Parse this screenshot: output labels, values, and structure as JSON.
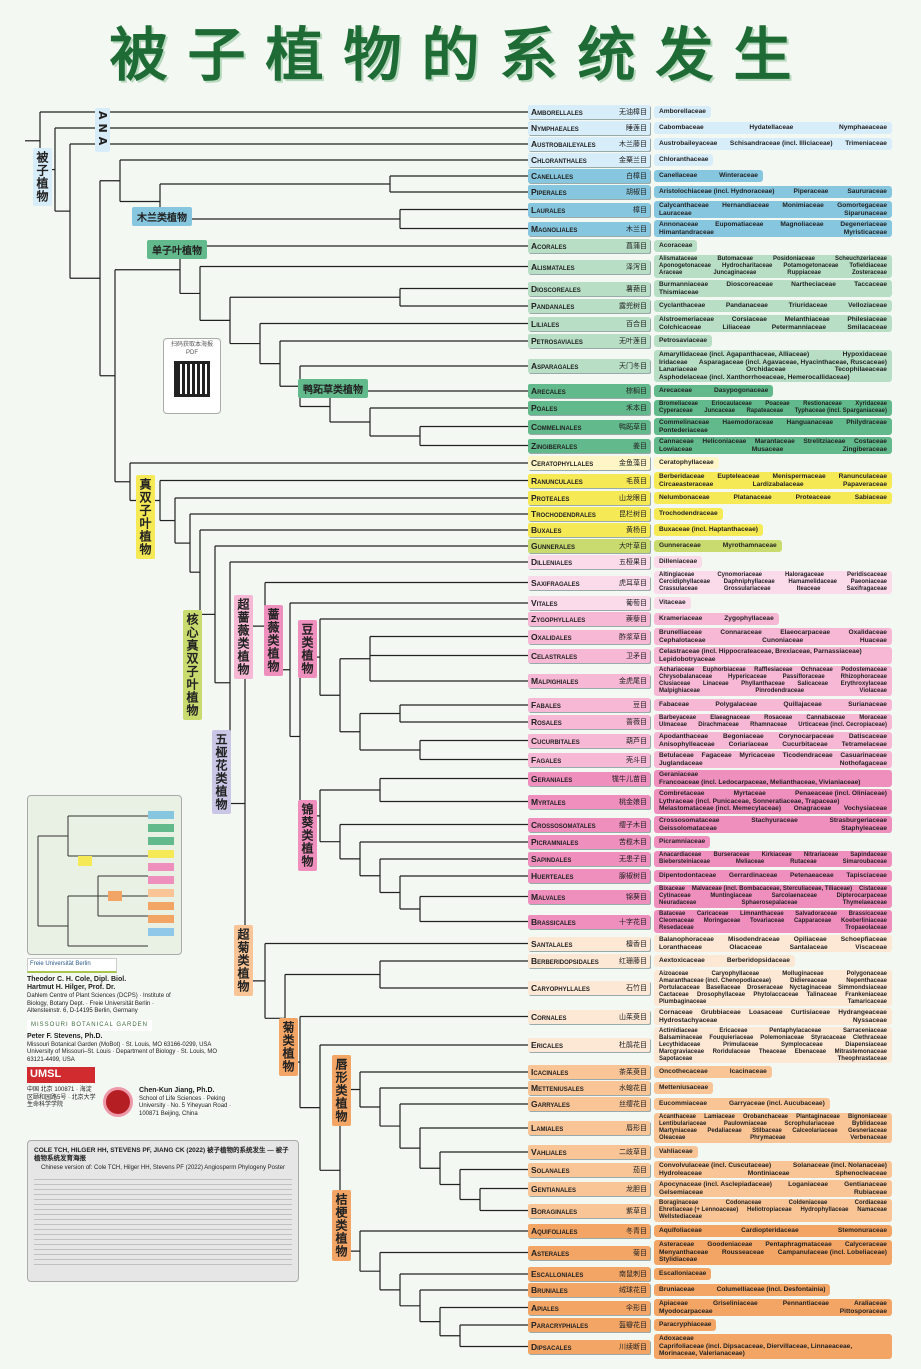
{
  "title": "被子植物的系统发生",
  "clades": {
    "ana": "ANA",
    "angio": "被子植物",
    "magnoliids": "木兰类植物",
    "monocots": "单子叶植物",
    "commelinids": "鸭跖草类植物",
    "eudicots": "真双子叶植物",
    "core_eudicots": "核心真双子叶植物",
    "pentapetalae": "五桠花类植物",
    "superrosids": "超蔷薇类植物",
    "rosids": "蔷薇类植物",
    "fabids": "豆类植物",
    "malvids": "锦葵类植物",
    "superasterids": "超菊类植物",
    "asterids": "菊类植物",
    "lamiids": "唇形类植物",
    "campanulids": "桔梗类植物"
  },
  "colors": {
    "ana": "#d7edf9",
    "magnoliid": "#86c6de",
    "monocot": "#b8dfc6",
    "commelinid": "#62ba8c",
    "cerato": "#fff5c6",
    "early_eudicot": "#f6e956",
    "gunnera": "#c9db6e",
    "superrosid": "#fbdbea",
    "fabid": "#f6b8d4",
    "malvid": "#ef8fbe",
    "santal": "#fde8d6",
    "asterid": "#f9c597",
    "campanulid": "#f3a565",
    "title": "#1e6b35"
  },
  "orders": [
    {
      "name": "Amborellales",
      "cn": "无油樟目",
      "c": "ana",
      "families": [
        "Amborellaceae"
      ]
    },
    {
      "name": "Nymphaeales",
      "cn": "睡莲目",
      "c": "ana",
      "families": [
        "Cabombaceae",
        "Hydatellaceae",
        "Nymphaeaceae"
      ]
    },
    {
      "name": "Austrobaileyales",
      "cn": "木兰藤目",
      "c": "ana",
      "families": [
        "Austrobaileyaceae",
        "Schisandraceae (incl. Illiciaceae)",
        "Trimeniaceae"
      ]
    },
    {
      "name": "Chloranthales",
      "cn": "金粟兰目",
      "c": "ana",
      "families": [
        "Chloranthaceae"
      ]
    },
    {
      "name": "Canellales",
      "cn": "白樟目",
      "c": "magnoliid",
      "families": [
        "Canellaceae",
        "Winteraceae"
      ]
    },
    {
      "name": "Piperales",
      "cn": "胡椒目",
      "c": "magnoliid",
      "families": [
        "Aristolochiaceae (incl. Hydnoraceae)",
        "Piperaceae",
        "Saururaceae"
      ]
    },
    {
      "name": "Laurales",
      "cn": "樟目",
      "c": "magnoliid",
      "families": [
        "Calycanthaceae",
        "Hernandiaceae",
        "Monimiaceae",
        "Gomortegaceae",
        "Lauraceae",
        "Siparunaceae"
      ]
    },
    {
      "name": "Magnoliales",
      "cn": "木兰目",
      "c": "magnoliid",
      "families": [
        "Annonaceae",
        "Eupomatiaceae",
        "Magnoliaceae",
        "Degeneriaceae",
        "Himantandraceae",
        "Myristicaceae"
      ]
    },
    {
      "name": "Acorales",
      "cn": "菖蒲目",
      "c": "monocot",
      "families": [
        "Acoraceae"
      ]
    },
    {
      "name": "Alismatales",
      "cn": "泽泻目",
      "c": "monocot",
      "families": [
        "Alismataceae",
        "Butomaceae",
        "Posidoniaceae",
        "Scheuchzeriaceae",
        "Aponogetonaceae",
        "Hydrocharitaceae",
        "Potamogetonaceae",
        "Tofieldiaceae",
        "Araceae",
        "Juncaginaceae",
        "Ruppiaceae",
        "Zosteraceae"
      ]
    },
    {
      "name": "Dioscoreales",
      "cn": "薯蓣目",
      "c": "monocot",
      "families": [
        "Burmanniaceae",
        "Dioscoreaceae",
        "Nartheciaceae",
        "Taccaceae",
        "Thismiaceae"
      ]
    },
    {
      "name": "Pandanales",
      "cn": "露兜树目",
      "c": "monocot",
      "families": [
        "Cyclanthaceae",
        "Pandanaceae",
        "Triuridaceae",
        "Velloziaceae"
      ]
    },
    {
      "name": "Liliales",
      "cn": "百合目",
      "c": "monocot",
      "families": [
        "Alstroemeriaceae",
        "Corsiaceae",
        "Melanthiaceae",
        "Philesiaceae",
        "Colchicaceae",
        "Liliaceae",
        "Petermanniaceae",
        "Smilacaceae"
      ]
    },
    {
      "name": "Petrosaviales",
      "cn": "无叶莲目",
      "c": "monocot",
      "families": [
        "Petrosaviaceae"
      ]
    },
    {
      "name": "Asparagales",
      "cn": "天门冬目",
      "c": "monocot",
      "families": [
        "Amaryllidaceae (incl. Agapanthaceae, Alliaceae)",
        "Hypoxidaceae",
        "Iridaceae",
        "Asparagaceae (incl. Agavaceae, Hyacinthaceae, Ruscaceae)",
        "Lanariaceae",
        "Orchidaceae",
        "Tecophilaeaceae",
        "Asphodelaceae (incl. Xanthorrhoeaceae, Hemerocallidaceae)"
      ]
    },
    {
      "name": "Arecales",
      "cn": "棕榈目",
      "c": "commelinid",
      "families": [
        "Arecaceae",
        "Dasypogonaceae"
      ]
    },
    {
      "name": "Poales",
      "cn": "禾本目",
      "c": "commelinid",
      "families": [
        "Bromeliaceae",
        "Eriocaulaceae",
        "Poaceae",
        "Restionaceae",
        "Xyridaceae",
        "Cyperaceae",
        "Juncaceae",
        "Rapateaceae",
        "Typhaceae (incl. Sparganiaceae)"
      ]
    },
    {
      "name": "Commelinales",
      "cn": "鸭跖草目",
      "c": "commelinid",
      "families": [
        "Commelinaceae",
        "Haemodoraceae",
        "Hanguanaceae",
        "Philydraceae",
        "Pontederiaceae"
      ]
    },
    {
      "name": "Zingiberales",
      "cn": "姜目",
      "c": "commelinid",
      "families": [
        "Cannaceae",
        "Heliconiaceae",
        "Marantaceae",
        "Strelitziaceae",
        "Costaceae",
        "Lowiaceae",
        "Musaceae",
        "Zingiberaceae"
      ]
    },
    {
      "name": "Ceratophyllales",
      "cn": "金鱼藻目",
      "c": "cerato",
      "families": [
        "Ceratophyllaceae"
      ]
    },
    {
      "name": "Ranunculales",
      "cn": "毛茛目",
      "c": "early_eudicot",
      "families": [
        "Berberidaceae",
        "Eupteleaceae",
        "Menispermaceae",
        "Ranunculaceae",
        "Circaeasteraceae",
        "Lardizabalaceae",
        "Papaveraceae"
      ]
    },
    {
      "name": "Proteales",
      "cn": "山龙眼目",
      "c": "early_eudicot",
      "families": [
        "Nelumbonaceae",
        "Platanaceae",
        "Proteaceae",
        "Sabiaceae"
      ]
    },
    {
      "name": "Trochodendrales",
      "cn": "昆栏树目",
      "c": "early_eudicot",
      "families": [
        "Trochodendraceae"
      ]
    },
    {
      "name": "Buxales",
      "cn": "黄杨目",
      "c": "early_eudicot",
      "families": [
        "Buxaceae (incl. Haptanthaceae)"
      ]
    },
    {
      "name": "Gunnerales",
      "cn": "大叶草目",
      "c": "gunnera",
      "families": [
        "Gunneraceae",
        "Myrothamnaceae"
      ]
    },
    {
      "name": "Dilleniales",
      "cn": "五桠果目",
      "c": "superrosid",
      "families": [
        "Dilleniaceae"
      ]
    },
    {
      "name": "Saxifragales",
      "cn": "虎耳草目",
      "c": "superrosid",
      "families": [
        "Altingiaceae",
        "Cynomoriaceae",
        "Haloragaceae",
        "Peridiscaceae",
        "Cercidiphyllaceae",
        "Daphniphyllaceae",
        "Hamamelidaceae",
        "Paeoniaceae",
        "Crassulaceae",
        "Grossulariaceae",
        "Iteaceae",
        "Saxifragaceae"
      ]
    },
    {
      "name": "Vitales",
      "cn": "葡萄目",
      "c": "superrosid",
      "families": [
        "Vitaceae"
      ]
    },
    {
      "name": "Zygophyllales",
      "cn": "蒺藜目",
      "c": "fabid",
      "families": [
        "Krameriaceae",
        "Zygophyllaceae"
      ]
    },
    {
      "name": "Oxalidales",
      "cn": "酢浆草目",
      "c": "fabid",
      "families": [
        "Brunelliaceae",
        "Connaraceae",
        "Elaeocarpaceae",
        "Oxalidaceae",
        "Cephalotaceae",
        "Cunoniaceae",
        "Huaceae"
      ]
    },
    {
      "name": "Celastrales",
      "cn": "卫矛目",
      "c": "fabid",
      "families": [
        "Celastraceae (incl. Hippocrateaceae, Brexiaceae, Parnassiaceae)",
        "Lepidobotryaceae"
      ]
    },
    {
      "name": "Malpighiales",
      "cn": "金虎尾目",
      "c": "fabid",
      "families": [
        "Achariaceae",
        "Euphorbiaceae",
        "Rafflesiaceae",
        "Ochnaceae",
        "Podostemaceae",
        "Chrysobalanaceae",
        "Hypericaceae",
        "Passifloraceae",
        "Rhizophoraceae",
        "Clusiaceae",
        "Linaceae",
        "Phyllanthaceae",
        "Salicaceae",
        "Erythroxylaceae",
        "Malpighiaceae",
        "Pinrodendraceae",
        "Violaceae"
      ]
    },
    {
      "name": "Fabales",
      "cn": "豆目",
      "c": "fabid",
      "families": [
        "Fabaceae",
        "Polygalaceae",
        "Quillajaceae",
        "Surianaceae"
      ]
    },
    {
      "name": "Rosales",
      "cn": "蔷薇目",
      "c": "fabid",
      "families": [
        "Barbeyaceae",
        "Elaeagnaceae",
        "Rosaceae",
        "Cannabaceae",
        "Moraceae",
        "Ulmaceae",
        "Dirachmaceae",
        "Rhamnaceae",
        "Urticaceae (incl. Cecropiaceae)"
      ]
    },
    {
      "name": "Cucurbitales",
      "cn": "葫芦目",
      "c": "fabid",
      "families": [
        "Apodanthaceae",
        "Begoniaceae",
        "Corynocarpaceae",
        "Datiscaceae",
        "Anisophylleaceae",
        "Coriariaceae",
        "Cucurbitaceae",
        "Tetramelaceae"
      ]
    },
    {
      "name": "Fagales",
      "cn": "壳斗目",
      "c": "fabid",
      "families": [
        "Betulaceae",
        "Fagaceae",
        "Myricaceae",
        "Ticodendraceae",
        "Casuarinaceae",
        "Juglandaceae",
        "Nothofagaceae"
      ]
    },
    {
      "name": "Geraniales",
      "cn": "牻牛儿苗目",
      "c": "malvid",
      "families": [
        "Geraniaceae",
        "Francoaceae (incl. Ledocarpaceae, Melianthaceae, Vivianiaceae)"
      ]
    },
    {
      "name": "Myrtales",
      "cn": "桃金娘目",
      "c": "malvid",
      "families": [
        "Combretaceae",
        "Myrtaceae",
        "Penaeaceae (incl. Oliniaceae)",
        "Lythraceae (incl. Punicaceae, Sonneratiaceae, Trapaceae)",
        "Melastomataceae (incl. Memecylaceae)",
        "Onagraceae",
        "Vochysiaceae"
      ]
    },
    {
      "name": "Crossosomatales",
      "cn": "缨子木目",
      "c": "malvid",
      "families": [
        "Crossosomataceae",
        "Stachyuraceae",
        "Strasburgeriaceae",
        "Geissolomataceae",
        "Staphyleaceae"
      ]
    },
    {
      "name": "Picramniales",
      "cn": "苦榄木目",
      "c": "malvid",
      "families": [
        "Picramniaceae"
      ]
    },
    {
      "name": "Sapindales",
      "cn": "无患子目",
      "c": "malvid",
      "families": [
        "Anacardiaceae",
        "Burseraceae",
        "Kirkiaceae",
        "Nitrariaceae",
        "Sapindaceae",
        "Biebersteiniaceae",
        "Meliaceae",
        "Rutaceae",
        "Simaroubaceae"
      ]
    },
    {
      "name": "Huerteales",
      "cn": "腺椒树目",
      "c": "malvid",
      "families": [
        "Dipentodontaceae",
        "Gerrardinaceae",
        "Petenaeaceae",
        "Tapisciaceae"
      ]
    },
    {
      "name": "Malvales",
      "cn": "锦葵目",
      "c": "malvid",
      "families": [
        "Bixaceae",
        "Malvaceae (incl. Bombacaceae, Sterculiaceae, Tiliaceae)",
        "Cistaceae",
        "Cytinaceae",
        "Muntingiaceae",
        "Sarcolaenaceae",
        "Dipterocarpaceae",
        "Neuradaceae",
        "Sphaerosepalaceae",
        "Thymelaeaceae"
      ]
    },
    {
      "name": "Brassicales",
      "cn": "十字花目",
      "c": "malvid",
      "families": [
        "Bataceae",
        "Caricaceae",
        "Limnanthaceae",
        "Salvadoraceae",
        "Brassicaceae",
        "Cleomaceae",
        "Moringaceae",
        "Tovariaceae",
        "Capparaceae",
        "Koeberliniaceae",
        "Resedaceae",
        "Tropaeolaceae"
      ]
    },
    {
      "name": "Santalales",
      "cn": "檀香目",
      "c": "santal",
      "families": [
        "Balanophoraceae",
        "Misodendraceae",
        "Opiliaceae",
        "Schoepfiaceae",
        "Loranthaceae",
        "Olacaceae",
        "Santalaceae",
        "Viscaceae"
      ]
    },
    {
      "name": "Berberidopsidales",
      "cn": "红珊藤目",
      "c": "santal",
      "families": [
        "Aextoxicaceae",
        "Berberidopsidaceae"
      ]
    },
    {
      "name": "Caryophyllales",
      "cn": "石竹目",
      "c": "santal",
      "families": [
        "Aizoaceae",
        "Caryophyllaceae",
        "Molluginaceae",
        "Polygonaceae",
        "Amaranthaceae (incl. Chenopodiaceae)",
        "Didiereaceae",
        "Nepenthaceae",
        "Portulacaceae",
        "Basellaceae",
        "Droseraceae",
        "Nyctaginaceae",
        "Simmondsiaceae",
        "Cactaceae",
        "Drosophyllaceae",
        "Phytolaccaceae",
        "Talinaceae",
        "Frankeniaceae",
        "Plumbaginaceae",
        "Tamaricaceae"
      ]
    },
    {
      "name": "Cornales",
      "cn": "山茱萸目",
      "c": "santal",
      "families": [
        "Cornaceae",
        "Grubbiaceae",
        "Loasaceae",
        "Curtisiaceae",
        "Hydrangeaceae",
        "Hydrostachyaceae",
        "Nyssaceae"
      ]
    },
    {
      "name": "Ericales",
      "cn": "杜鹃花目",
      "c": "santal",
      "families": [
        "Actinidiaceae",
        "Ericaceae",
        "Pentaphylacaceae",
        "Sarraceniaceae",
        "Balsaminaceae",
        "Fouquieriaceae",
        "Polemoniaceae",
        "Styracaceae",
        "Clethraceae",
        "Lecythidaceae",
        "Primulaceae",
        "Symplocaceae",
        "Diapensiaceae",
        "Marcgraviaceae",
        "Roridulaceae",
        "Theaceae",
        "Ebenaceae",
        "Mitrastemonaceae",
        "Sapotaceae",
        "Theophrastaceae"
      ]
    },
    {
      "name": "Icacinales",
      "cn": "茶茱萸目",
      "c": "asterid",
      "families": [
        "Oncothecaceae",
        "Icacinaceae"
      ]
    },
    {
      "name": "Metteniusales",
      "cn": "水螅花目",
      "c": "asterid",
      "families": [
        "Metteniusaceae"
      ]
    },
    {
      "name": "Garryales",
      "cn": "丝缨花目",
      "c": "asterid",
      "families": [
        "Eucommiaceae",
        "Garryaceae (incl. Aucubaceae)"
      ]
    },
    {
      "name": "Lamiales",
      "cn": "唇形目",
      "c": "asterid",
      "families": [
        "Acanthaceae",
        "Lamiaceae",
        "Orobanchaceae",
        "Plantaginaceae",
        "Bignoniaceae",
        "Lentibulariaceae",
        "Paulowniaceae",
        "Scrophulariaceae",
        "Byblidaceae",
        "Martyniaceae",
        "Pedaliaceae",
        "Stilbaceae",
        "Calceolariaceae",
        "Gesneriaceae",
        "Oleaceae",
        "Phrymaceae",
        "Verbenaceae"
      ]
    },
    {
      "name": "Vahliales",
      "cn": "二歧草目",
      "c": "asterid",
      "families": [
        "Vahliaceae"
      ]
    },
    {
      "name": "Solanales",
      "cn": "茄目",
      "c": "asterid",
      "families": [
        "Convolvulaceae (incl. Cuscutaceae)",
        "Solanaceae (incl. Nolanaceae)",
        "Hydroleaceae",
        "Montiniaceae",
        "Sphenocleaceae"
      ]
    },
    {
      "name": "Gentianales",
      "cn": "龙胆目",
      "c": "asterid",
      "families": [
        "Apocynaceae (incl. Asclepiadaceae)",
        "Loganiaceae",
        "Gentianaceae",
        "Gelsemiaceae",
        "Rubiaceae"
      ]
    },
    {
      "name": "Boraginales",
      "cn": "紫草目",
      "c": "asterid",
      "families": [
        "Boraginaceae",
        "Codonaceae",
        "Coldeniaceae",
        "Cordiaceae",
        "Ehretiaceae (+ Lennoaceae)",
        "Heliotropiaceae",
        "Hydrophyllaceae",
        "Namaceae",
        "Wellstediaceae"
      ]
    },
    {
      "name": "Aquifoliales",
      "cn": "冬青目",
      "c": "campanulid",
      "families": [
        "Aquifoliaceae",
        "Cardiopteridaceae",
        "Stemonuraceae"
      ]
    },
    {
      "name": "Asterales",
      "cn": "菊目",
      "c": "campanulid",
      "families": [
        "Asteraceae",
        "Goodeniaceae",
        "Pentaphragmataceae",
        "Calyceraceae",
        "Menyanthaceae",
        "Rousseaceae",
        "Campanulaceae (incl. Lobeliaceae)",
        "Stylidiaceae"
      ]
    },
    {
      "name": "Escalloniales",
      "cn": "南鼠刺目",
      "c": "campanulid",
      "families": [
        "Escalloniaceae"
      ]
    },
    {
      "name": "Bruniales",
      "cn": "绒球花目",
      "c": "campanulid",
      "families": [
        "Bruniaceae",
        "Columelliaceae (incl. Desfontainia)"
      ]
    },
    {
      "name": "Apiales",
      "cn": "伞形目",
      "c": "campanulid",
      "families": [
        "Apiaceae",
        "Griseliniaceae",
        "Pennantiaceae",
        "Araliaceae",
        "Myodocarpaceae",
        "Pittosporaceae"
      ]
    },
    {
      "name": "Paracryphiales",
      "cn": "盔瓣花目",
      "c": "campanulid",
      "families": [
        "Paracryphiaceae"
      ]
    },
    {
      "name": "Dipsacales",
      "cn": "川续断目",
      "c": "campanulid",
      "families": [
        "Adoxaceae",
        "Caprifoliaceae (incl. Dipsacaceae, Diervillaceae, Linnaeaceae, Morinaceae, Valerianaceae)"
      ]
    }
  ],
  "credits": {
    "fu_logo": "Freie Universität Berlin",
    "cole": "Theodor C. H. Cole, Dipl. Biol.",
    "hilger": "Hartmut H. Hilger, Prof. Dr.",
    "fu_address": "Dahlem Centre of Plant Sciences (DCPS) · Institute of Biology, Botany Dept. · Freie Universität Berlin · Altensteinstr. 6, D-14195 Berlin, Germany",
    "mobot_logo": "MISSOURI BOTANICAL GARDEN",
    "stevens": "Peter F. Stevens, Ph.D.",
    "mobot_address": "Missouri Botanical Garden (MoBot) · St. Louis, MO 63166-0299, USA",
    "umsl_address": "University of Missouri–St. Louis · Department of Biology · St. Louis, MO 63121-4499, USA",
    "umsl_logo": "UMSL",
    "jiang": "Chen-Kun Jiang, Ph.D.",
    "pku_address": "School of Life Sciences · Peking University · No. 5 Yiheyuan Road · 100871 Beijing, China",
    "pku_cn": "中国 北京 100871 · 海淀区颐和园路5号 · 北京大学 生命科学学院",
    "citation": "COLE TCH, HILGER HH, STEVENS PF, JIANG CK (2022) 被子植物的系统发生 — 被子植物系统发育海报",
    "citation_sub": "Chinese version of: Cole TCH, Hilger HH, Stevens PF (2022) Angiosperm Phylogeny Poster"
  },
  "qr_label": "扫码获取本海报 PDF"
}
